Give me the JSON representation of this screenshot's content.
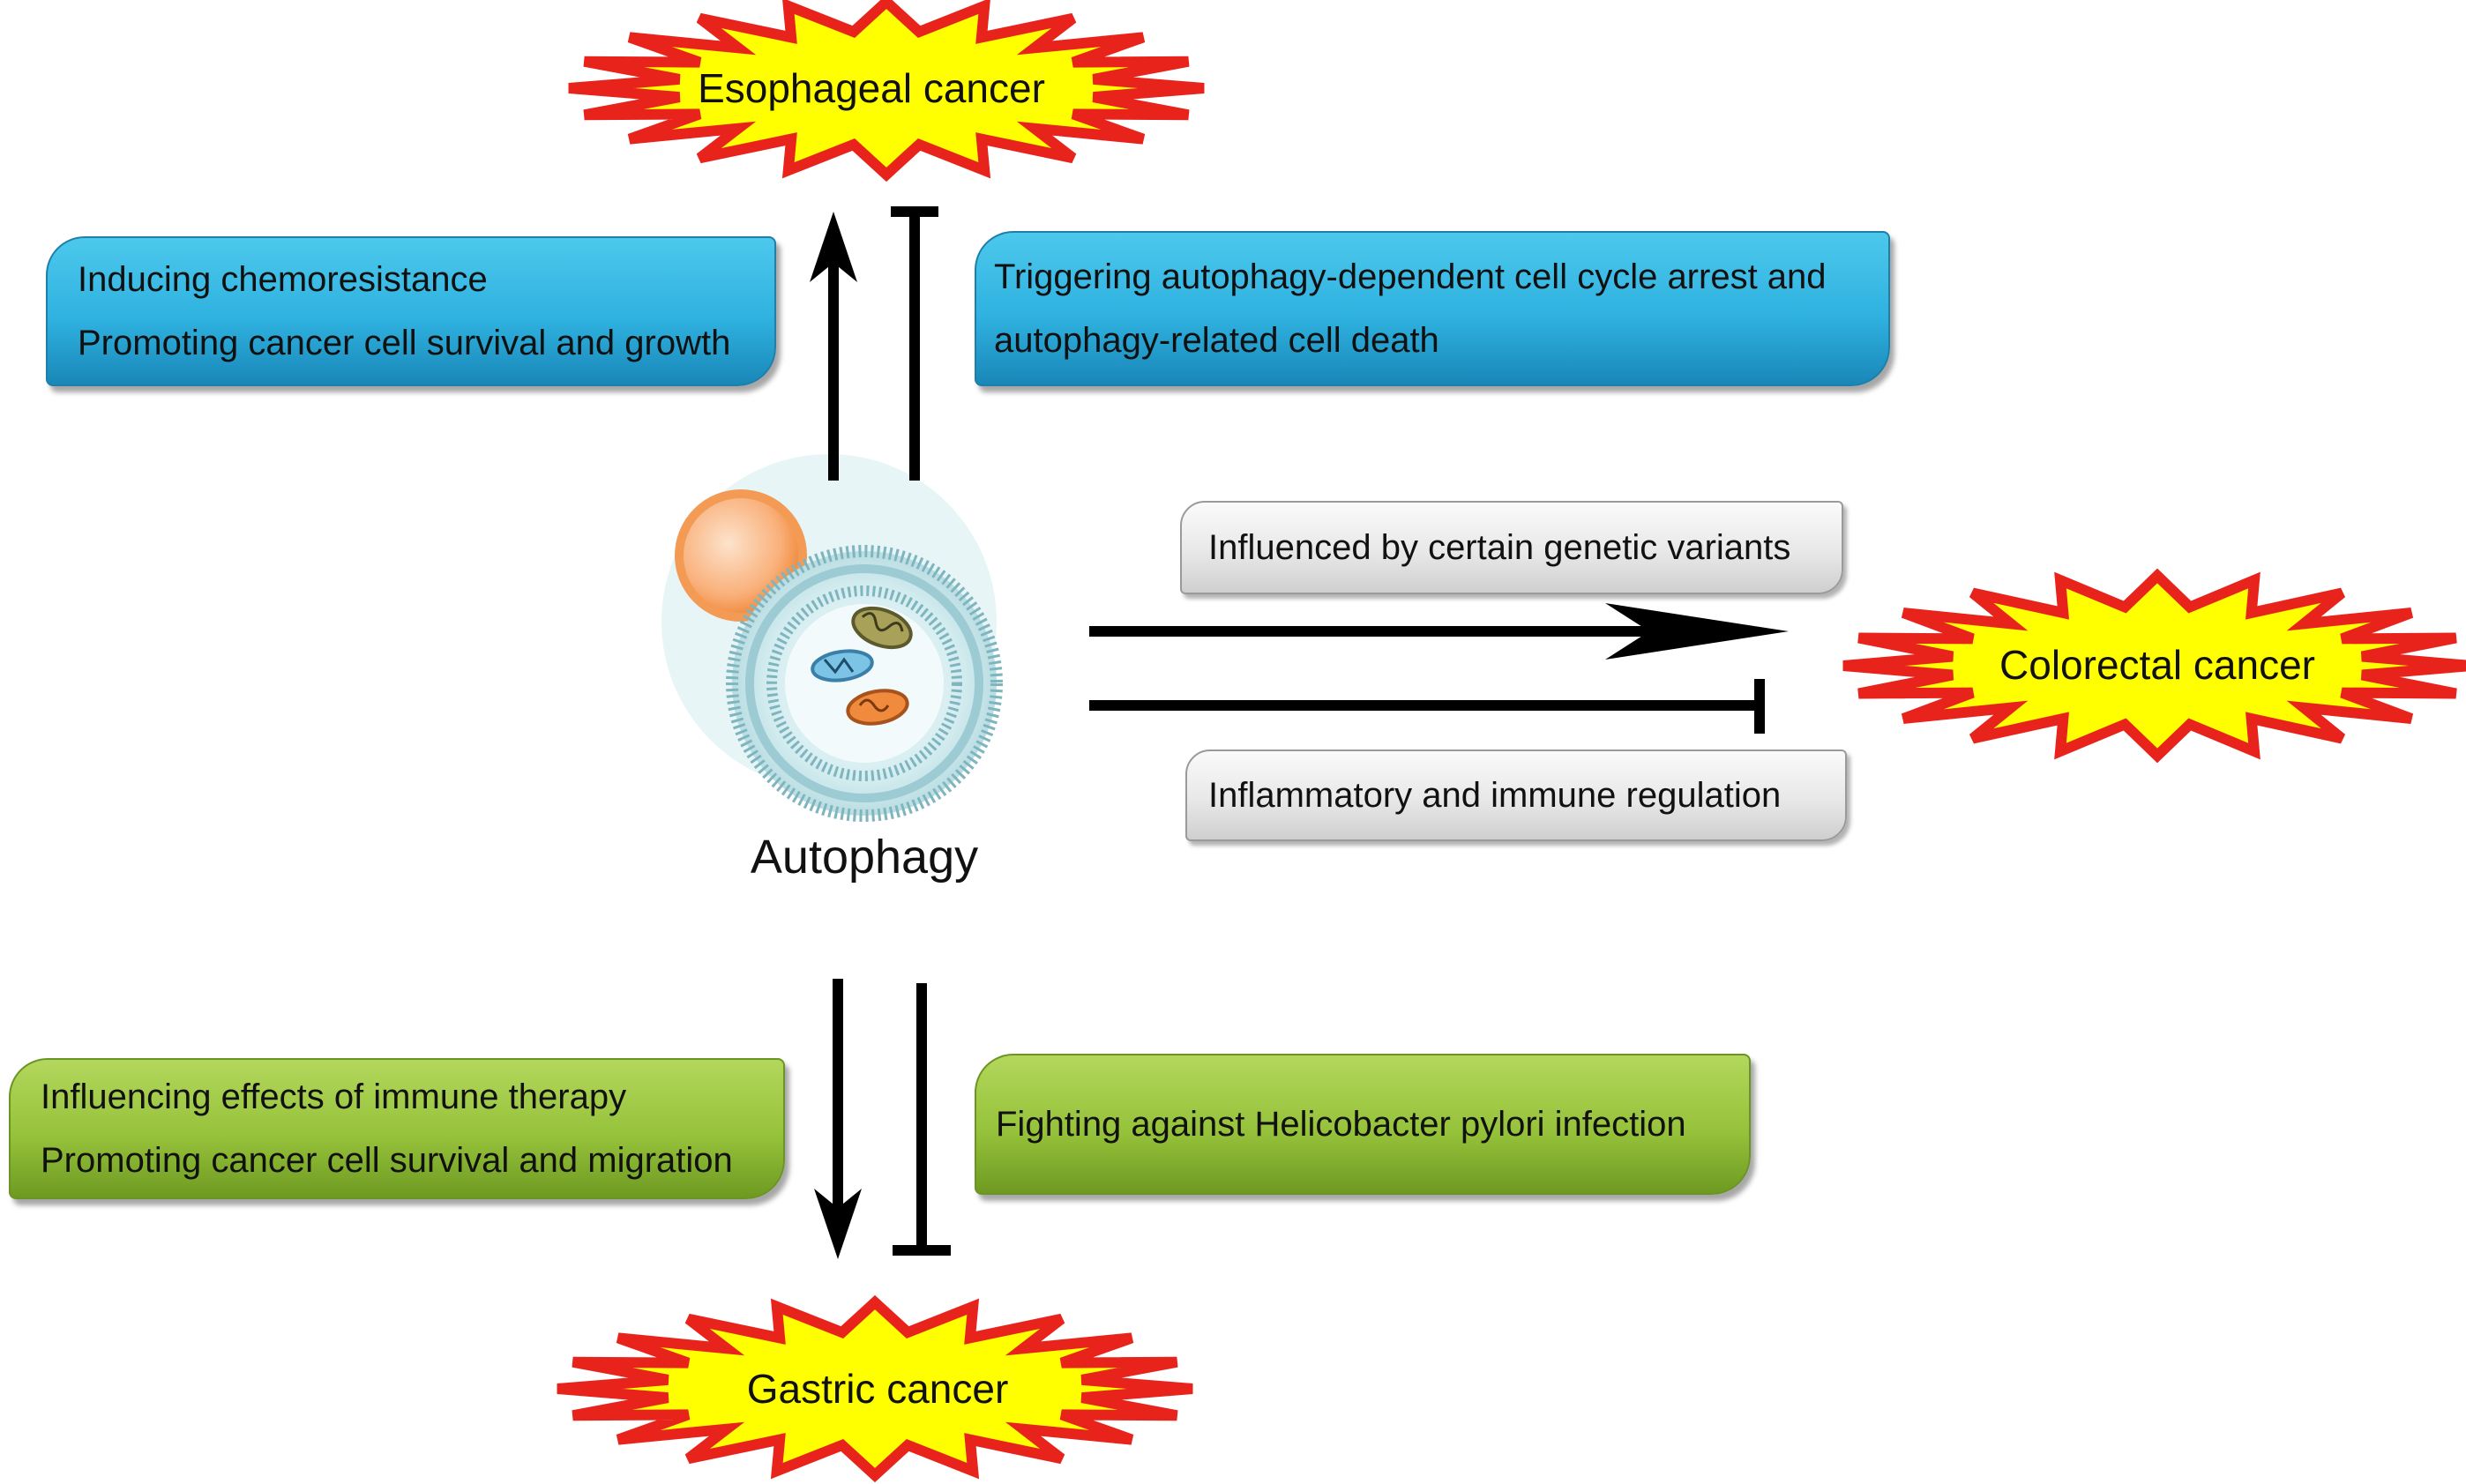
{
  "center": {
    "label": "Autophagy"
  },
  "cancers": {
    "esophageal": "Esophageal cancer",
    "colorectal": "Colorectal cancer",
    "gastric": "Gastric cancer"
  },
  "boxes": {
    "esophageal_promote": [
      "Inducing chemoresistance",
      "Promoting cancer cell survival and growth"
    ],
    "esophageal_inhibit": [
      "Triggering autophagy-dependent cell cycle arrest and",
      "autophagy-related cell death"
    ],
    "colorectal_promote": [
      "Influenced by certain genetic variants"
    ],
    "colorectal_inhibit": [
      "Inflammatory and immune regulation"
    ],
    "gastric_promote": [
      "Influencing effects of immune therapy",
      "Promoting cancer cell survival and migration"
    ],
    "gastric_inhibit": [
      "Fighting against Helicobacter pylori infection"
    ]
  },
  "colors": {
    "burst_fill": "#ffff00",
    "burst_stroke": "#e8231c",
    "blue_box": "#2fb2e0",
    "green_box": "#96c23b",
    "grey_box": "#e6e6e6",
    "arrow": "#000000"
  }
}
